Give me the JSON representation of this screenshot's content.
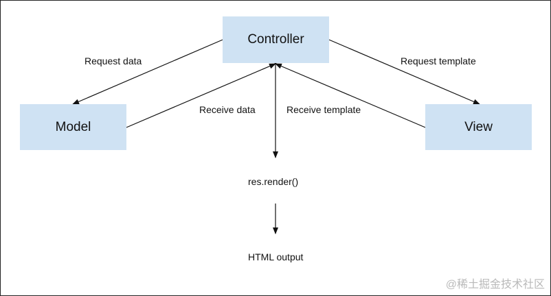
{
  "colors": {
    "node_fill": "#cfe2f3",
    "arrow": "#111111",
    "text": "#111111",
    "watermark": "#b9b9b9"
  },
  "nodes": {
    "controller": "Controller",
    "model": "Model",
    "view": "View"
  },
  "edges": {
    "request_data": "Request data",
    "request_template": "Request template",
    "receive_data": "Receive data",
    "receive_template": "Receive template"
  },
  "flow": {
    "render": "res.render()",
    "output": "HTML output"
  },
  "watermark": "@稀土掘金技术社区"
}
